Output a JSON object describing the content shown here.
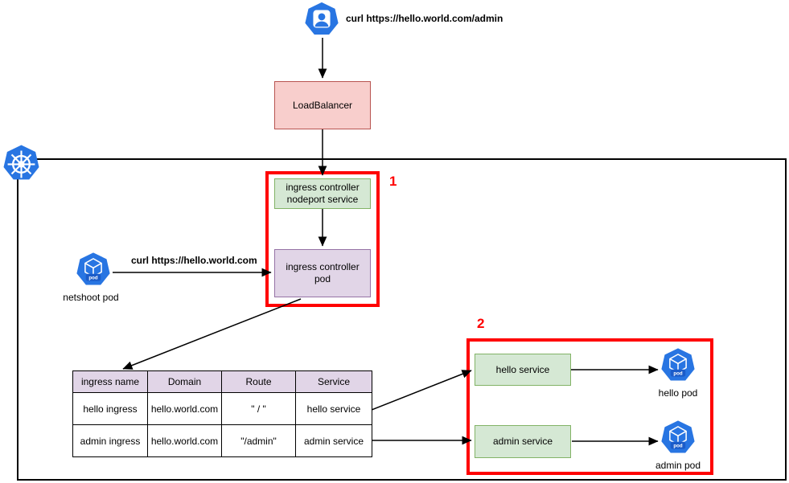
{
  "user": {
    "request": "curl https://hello.world.com/admin"
  },
  "loadbalancer": {
    "label": "LoadBalancer"
  },
  "cluster": {
    "pod_badge": "pod",
    "region1": {
      "marker": "1",
      "nodeport_service": "ingress controller nodeport service",
      "ingress_pod": "ingress controller pod"
    },
    "netshoot": {
      "label": "netshoot pod",
      "request": "curl https://hello.world.com"
    },
    "ingress_table": {
      "headers": [
        "ingress name",
        "Domain",
        "Route",
        "Service"
      ],
      "rows": [
        [
          "hello ingress",
          "hello.world.com",
          "\" / \"",
          "hello service"
        ],
        [
          "admin ingress",
          "hello.world.com",
          "\"/admin\"",
          "admin service"
        ]
      ]
    },
    "region2": {
      "marker": "2",
      "hello_service": "hello service",
      "admin_service": "admin service",
      "hello_pod": "hello pod",
      "admin_pod": "admin pod"
    }
  },
  "colors": {
    "k8s_blue": "#2875e2",
    "badge_blue": "#1b5cc9",
    "lb_pink": "#f8cecc",
    "lb_border": "#b85450",
    "service_green": "#d5e8d4",
    "service_border": "#82b366",
    "pod_purple": "#e1d5e7",
    "pod_border": "#9673a6",
    "accent_red": "#ff0000"
  }
}
